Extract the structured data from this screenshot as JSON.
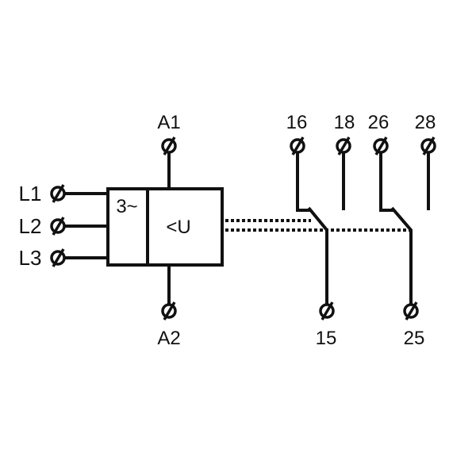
{
  "terminals": {
    "a1": "A1",
    "a2": "A2",
    "l1": "L1",
    "l2": "L2",
    "l3": "L3",
    "t16": "16",
    "t18": "18",
    "t26": "26",
    "t28": "28",
    "t15": "15",
    "t25": "25"
  },
  "blocks": {
    "phase_label": "3~",
    "function_label": "<U"
  }
}
